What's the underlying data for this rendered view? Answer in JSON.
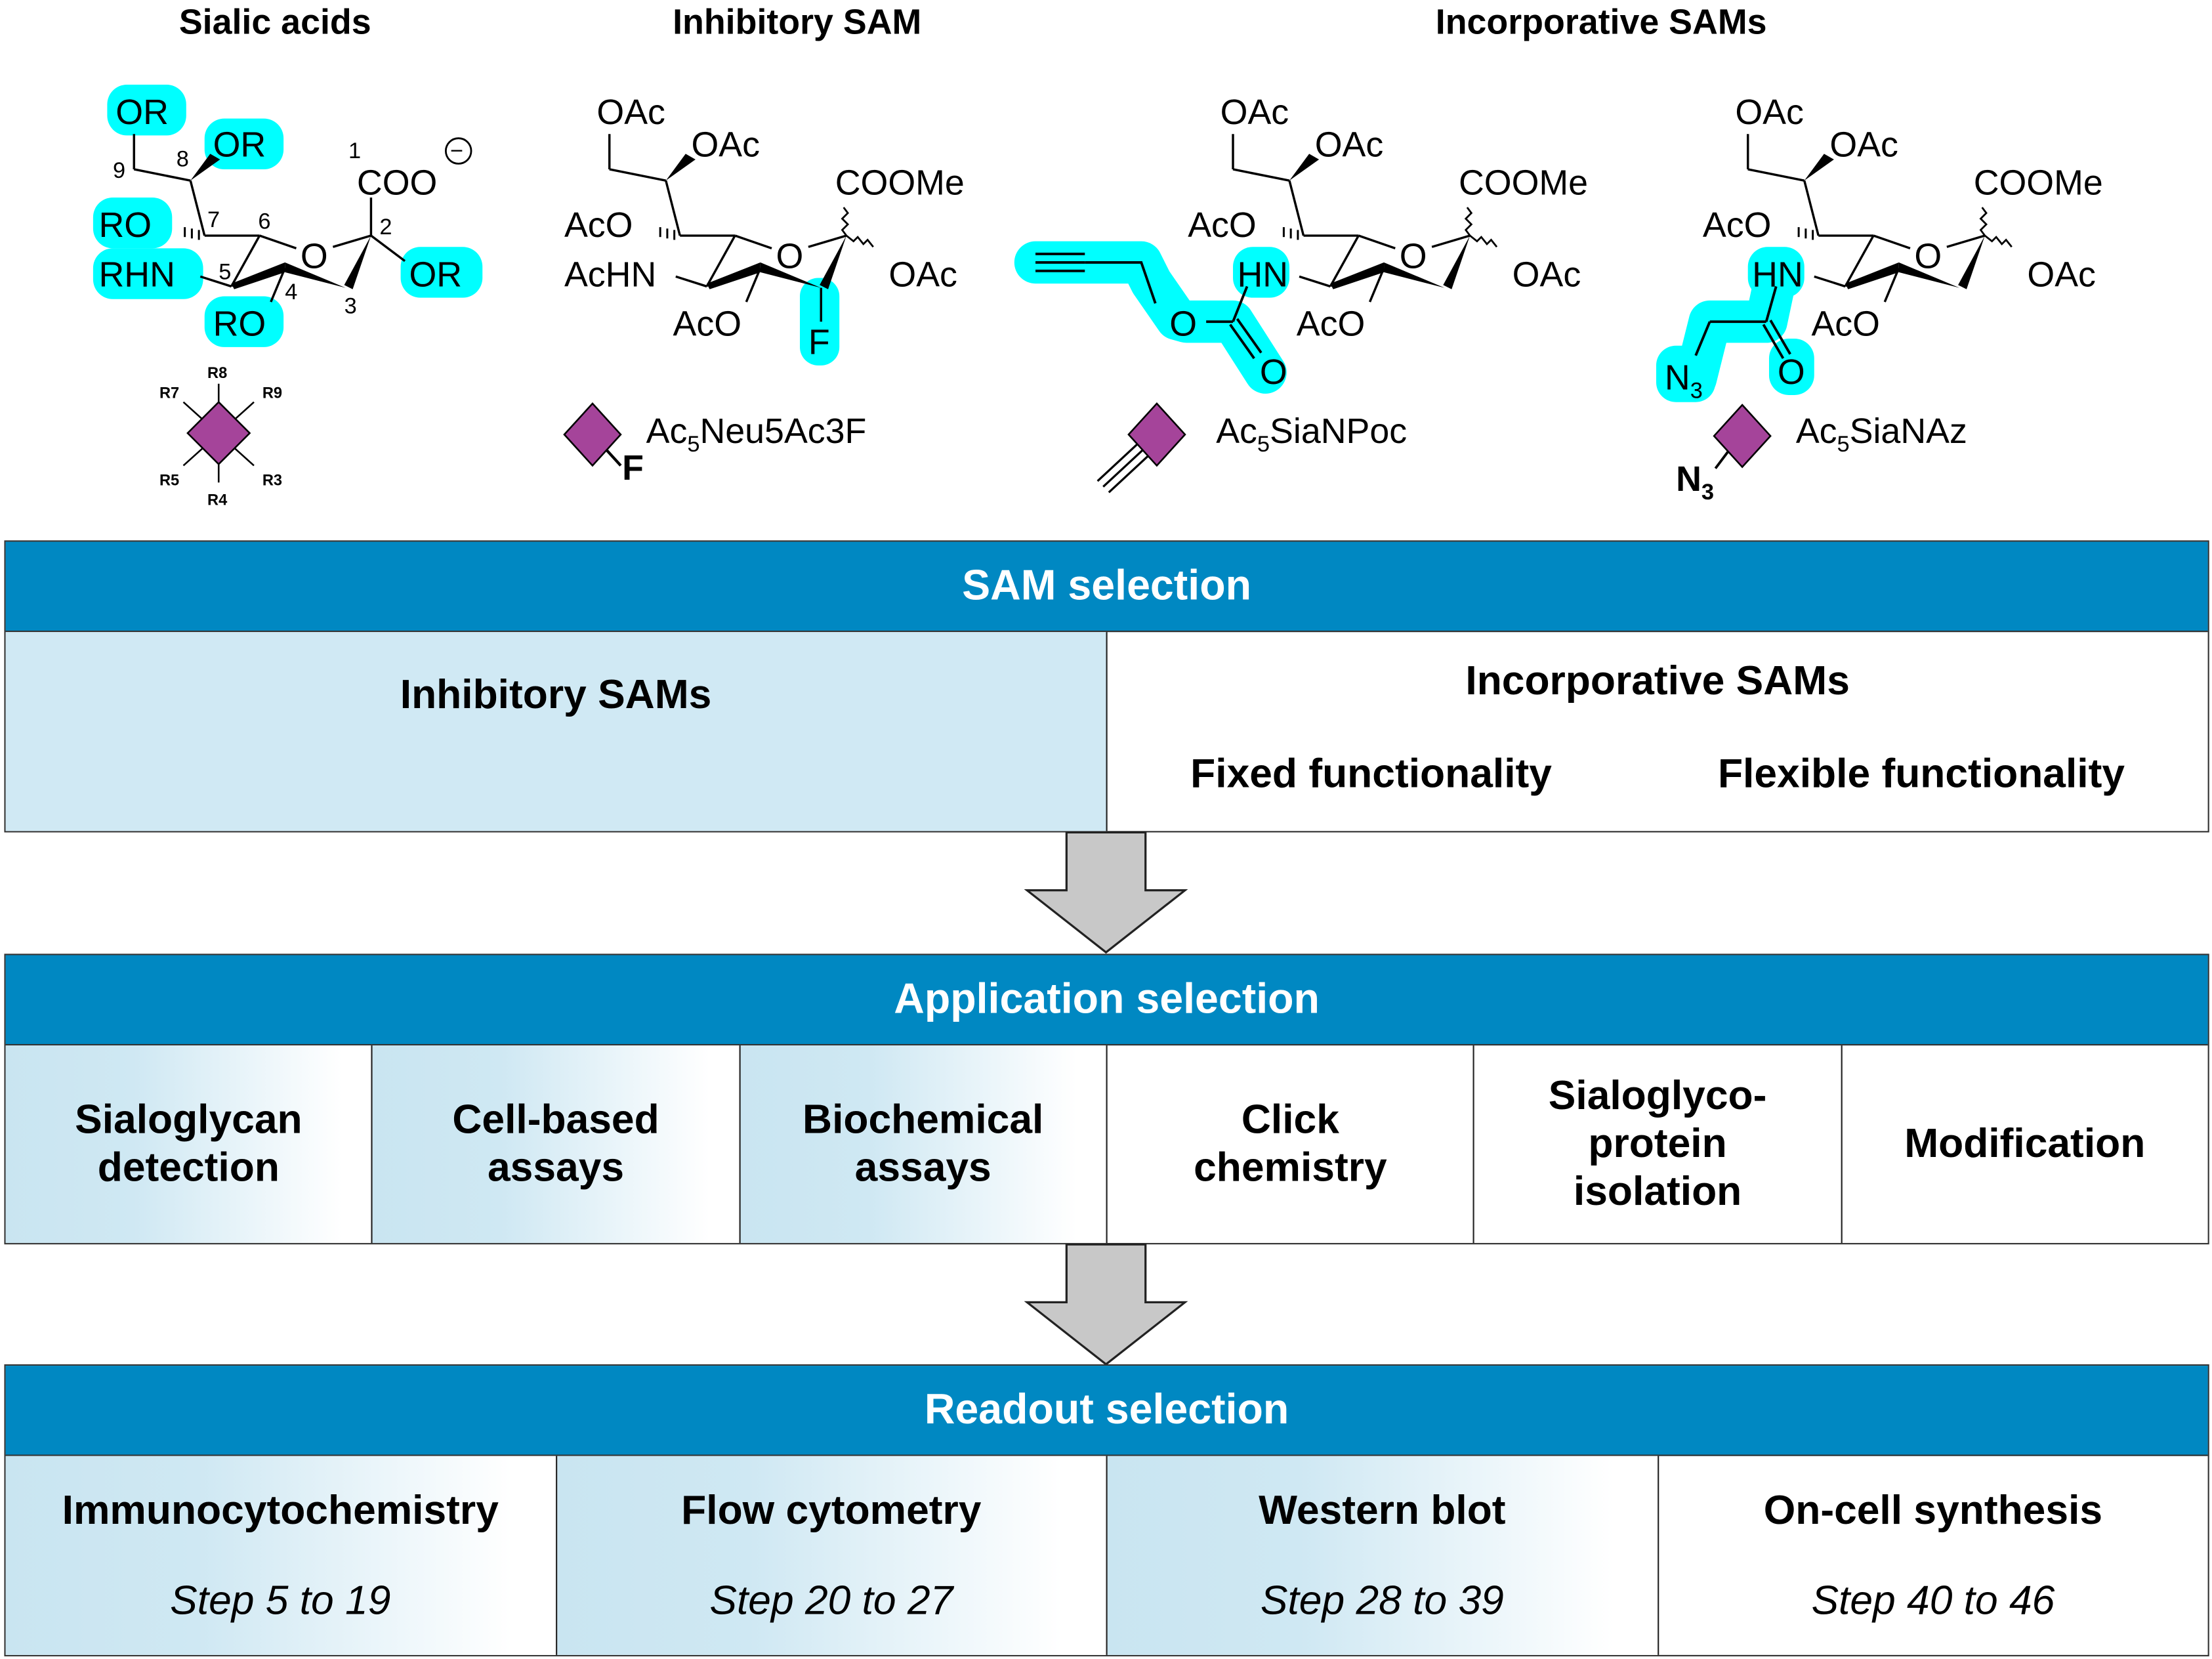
{
  "columns": {
    "sialic_title": "Sialic acids",
    "inhibitory_title": "Inhibitory SAM",
    "incorporative_title": "Incorporative SAMs"
  },
  "sialic": {
    "groups": [
      "OR",
      "OR",
      "RO",
      "RHN",
      "RO",
      "OR"
    ],
    "carboxylate": "COO",
    "charge": "−",
    "ring_o": "O",
    "numbers": [
      "1",
      "2",
      "3",
      "4",
      "5",
      "6",
      "7",
      "8",
      "9"
    ],
    "symbol_labels": [
      "R8",
      "R7",
      "R9",
      "R5",
      "R4",
      "R3"
    ]
  },
  "inhibitory": {
    "labels": [
      "OAc",
      "OAc",
      "COOMe",
      "AcO",
      "AcHN",
      "AcO",
      "OAc",
      "F",
      "O"
    ],
    "symbol_mod": "F",
    "name": {
      "pre": "Ac",
      "sub": "5",
      "post": "Neu5Ac3F"
    }
  },
  "incorporative": [
    {
      "labels": [
        "OAc",
        "OAc",
        "COOMe",
        "AcO",
        "HN",
        "AcO",
        "OAc",
        "O",
        "O",
        "O"
      ],
      "name": {
        "pre": "Ac",
        "sub": "5",
        "post": "SiaNPoc"
      }
    },
    {
      "labels": [
        "OAc",
        "OAc",
        "COOMe",
        "AcO",
        "HN",
        "AcO",
        "OAc",
        "O",
        "N",
        "3",
        "O"
      ],
      "symbol_mod": {
        "main": "N",
        "sub": "3"
      },
      "name": {
        "pre": "Ac",
        "sub": "5",
        "post": "SiaNAz"
      }
    }
  ],
  "colors": {
    "header": "#0088c2",
    "highlight": "#00ffff",
    "sialic_symbol": "#a5449a",
    "cell_tint": "#cfe8f3",
    "arrow": "#c8c8c8"
  },
  "sam_selection": {
    "title": "SAM selection",
    "inhibitory": "Inhibitory SAMs",
    "incorporative": "Incorporative SAMs",
    "fixed": "Fixed functionality",
    "flexible": "Flexible functionality"
  },
  "application_selection": {
    "title": "Application selection",
    "items": [
      [
        "Sialoglycan",
        "detection"
      ],
      [
        "Cell-based",
        "assays"
      ],
      [
        "Biochemical",
        "assays"
      ],
      [
        "Click",
        "chemistry"
      ],
      [
        "Sialoglyco-",
        "protein",
        "isolation"
      ],
      [
        "Modification"
      ]
    ]
  },
  "readout_selection": {
    "title": "Readout selection",
    "items": [
      {
        "name": "Immunocytochemistry",
        "steps": "Step 5 to 19"
      },
      {
        "name": "Flow cytometry",
        "steps": "Step 20 to 27"
      },
      {
        "name": "Western blot",
        "steps": "Step 28 to 39"
      },
      {
        "name": "On-cell synthesis",
        "steps": "Step 40 to 46"
      }
    ]
  }
}
